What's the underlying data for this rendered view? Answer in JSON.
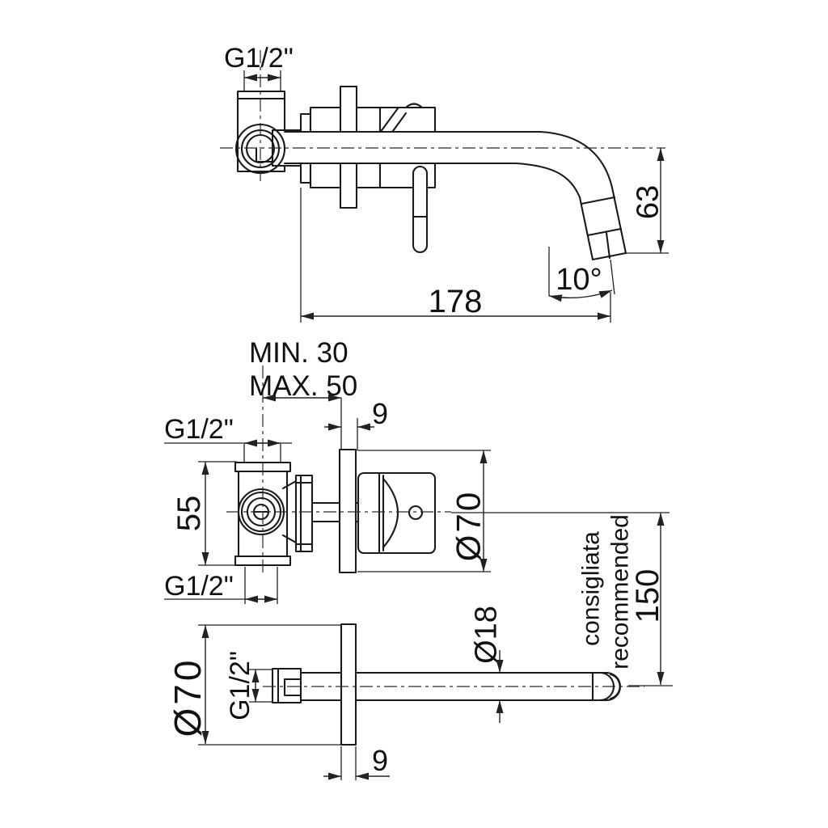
{
  "drawing": {
    "background": "#ffffff",
    "line_color": "#1a1a1a",
    "side_view": {
      "inlet_thread": "G1/2\"",
      "spout_reach": "178",
      "spout_drop": "63",
      "spout_angle": "10°"
    },
    "valve_view": {
      "depth_min": "MIN. 30",
      "depth_max": "MAX. 50",
      "plate_thickness": "9",
      "inlet_thread_top": "G1/2\"",
      "inlet_thread_bottom": "G1/2\"",
      "body_height": "55",
      "plate_diameter": "Ø70",
      "note_italian": "consigliata",
      "note_english": "recommended",
      "recommended_distance": "150"
    },
    "spout_view": {
      "plate_diameter": "Ø70",
      "spout_thread": "G1/2\"",
      "tube_diameter": "Ø18",
      "plate_thickness": "9"
    }
  }
}
